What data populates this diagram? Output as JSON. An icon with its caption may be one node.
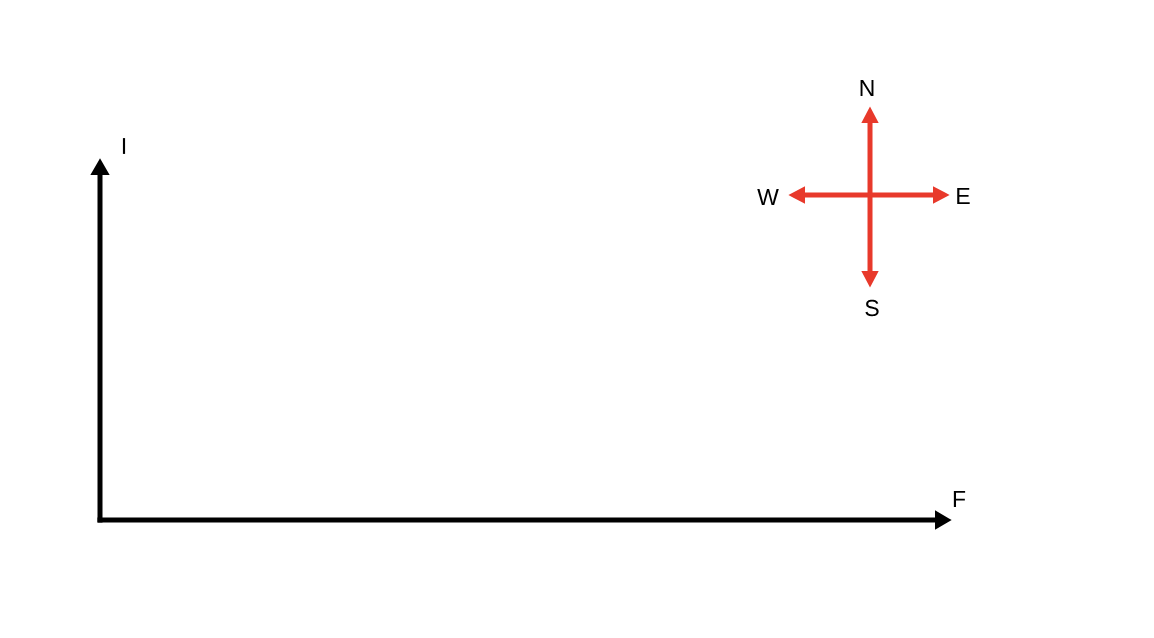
{
  "diagram": {
    "labels": [
      "N",
      "I",
      "W",
      "E",
      "S",
      "F"
    ]
  }
}
